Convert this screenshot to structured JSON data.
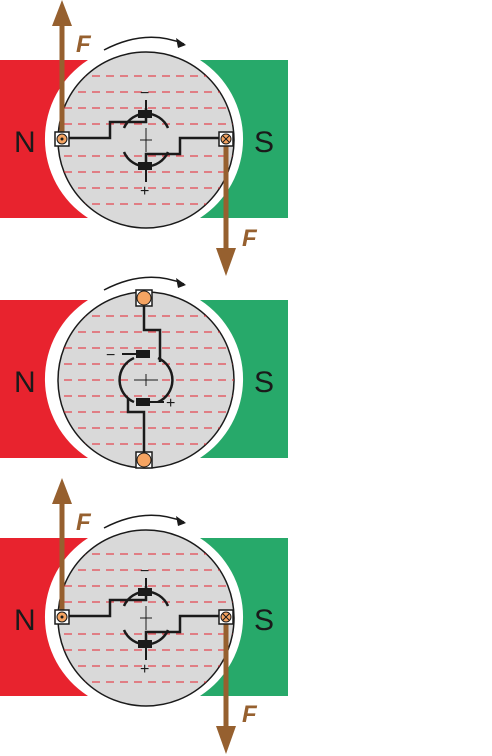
{
  "colors": {
    "north": "#e8232e",
    "south": "#27a96a",
    "rotor": "#d9d9d9",
    "field_lines": "#e8232e",
    "force_arrow": "#96602f",
    "conductor": "#f5a462",
    "wire": "#1a1a1a"
  },
  "icons": {
    "rotation": "curved-arrow-icon",
    "conductor_out": "dot-in-circle-icon",
    "conductor_in": "cross-in-circle-icon",
    "brush": "brush-icon"
  },
  "panels": [
    {
      "north_label": "N",
      "south_label": "S",
      "force_top": "F",
      "force_bottom": "F",
      "brush_top_sign": "−",
      "brush_bottom_sign": "+",
      "orientation": "horizontal"
    },
    {
      "north_label": "N",
      "south_label": "S",
      "brush_top_sign": "−",
      "brush_bottom_sign": "+",
      "orientation": "vertical"
    },
    {
      "north_label": "N",
      "south_label": "S",
      "force_top": "F",
      "force_bottom": "F",
      "brush_top_sign": "−",
      "brush_bottom_sign": "+",
      "orientation": "horizontal"
    }
  ]
}
